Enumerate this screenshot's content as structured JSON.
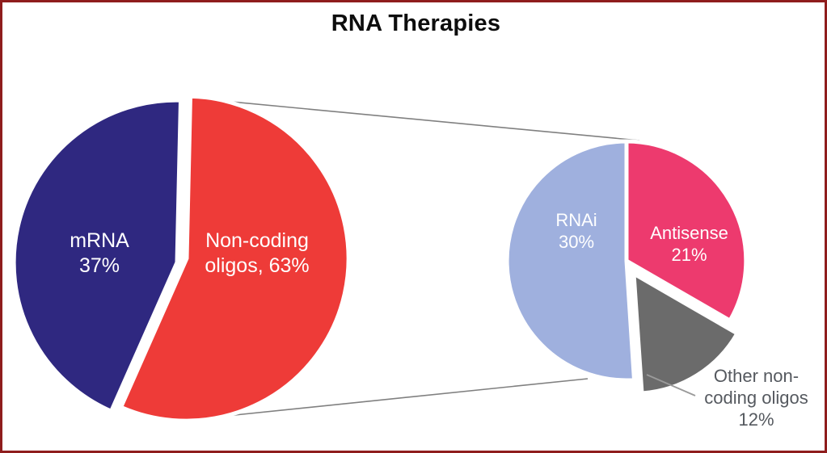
{
  "chart_data": {
    "type": "pie",
    "title": "RNA Therapies",
    "charts": [
      {
        "name": "main-pie",
        "categories": [
          "mRNA",
          "Non-coding oligos"
        ],
        "values": [
          37,
          63
        ],
        "labels": [
          "mRNA\n37%",
          "Non-coding\noligos, 63%"
        ],
        "colors": [
          "#2f2880",
          "#ee3b38"
        ],
        "label_position": "inside",
        "exploded": [
          "mRNA"
        ]
      },
      {
        "name": "breakout-pie",
        "categories": [
          "RNAi",
          "Antisense",
          "Other non-coding oligos"
        ],
        "values": [
          30,
          21,
          12
        ],
        "labels": [
          "RNAi\n30%",
          "Antisense\n21%",
          "Other non-coding oligos\n12%"
        ],
        "colors": [
          "#9fb0de",
          "#ed3a6e",
          "#6b6b6b"
        ],
        "label_position": "mixed",
        "exploded": [
          "Other non-coding oligos"
        ]
      }
    ],
    "legend": "none",
    "grid": false,
    "annotation": "Breakout of the 63% non-coding oligos slice into RNAi 30%, Antisense 21%, Other non-coding oligos 12%"
  },
  "title": "RNA Therapies",
  "main_pie": {
    "mrna": {
      "name": "mRNA",
      "percent": "37%",
      "color": "#2f2880"
    },
    "noncoding": {
      "line1": "Non-coding",
      "line2": "oligos, 63%",
      "color": "#ee3b38"
    }
  },
  "breakout_pie": {
    "rnai": {
      "name": "RNAi",
      "percent": "30%",
      "color": "#9fb0de"
    },
    "antisense": {
      "name": "Antisense",
      "percent": "21%",
      "color": "#ed3a6e"
    },
    "other": {
      "line1": "Other non-",
      "line2": "coding oligos",
      "percent": "12%",
      "color": "#6b6b6b"
    }
  },
  "style": {
    "border_color": "#8f1d1d",
    "background": "#ffffff",
    "connector_color": "#808080",
    "outside_label_color": "#55595f",
    "title_color": "#0d0d0d"
  }
}
